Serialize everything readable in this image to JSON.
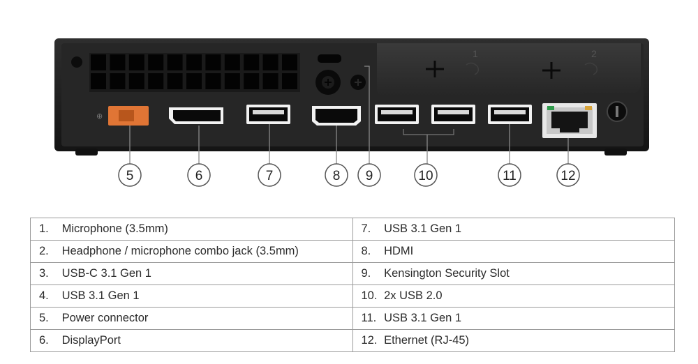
{
  "callouts": [
    {
      "n": "5",
      "name": "Power connector"
    },
    {
      "n": "6",
      "name": "DisplayPort"
    },
    {
      "n": "7",
      "name": "USB 3.1 Gen 1"
    },
    {
      "n": "8",
      "name": "HDMI"
    },
    {
      "n": "9",
      "name": "Kensington Security Slot"
    },
    {
      "n": "10",
      "name": "2x USB 2.0"
    },
    {
      "n": "11",
      "name": "USB 3.1 Gen 1"
    },
    {
      "n": "12",
      "name": "Ethernet (RJ-45)"
    }
  ],
  "panel_labels": {
    "bay_1": "1",
    "bay_2": "2"
  },
  "table": {
    "rows": [
      {
        "left": {
          "num": "1.",
          "text": "Microphone (3.5mm)"
        },
        "right": {
          "num": "7.",
          "text": "USB 3.1 Gen 1"
        }
      },
      {
        "left": {
          "num": "2.",
          "text": "Headphone / microphone combo jack (3.5mm)"
        },
        "right": {
          "num": "8.",
          "text": "HDMI"
        }
      },
      {
        "left": {
          "num": "3.",
          "text": "USB-C 3.1 Gen 1"
        },
        "right": {
          "num": "9.",
          "text": "Kensington Security Slot"
        }
      },
      {
        "left": {
          "num": "4.",
          "text": "USB 3.1 Gen 1"
        },
        "right": {
          "num": "10.",
          "text": "2x USB 2.0"
        }
      },
      {
        "left": {
          "num": "5.",
          "text": "Power connector"
        },
        "right": {
          "num": "11.",
          "text": "USB 3.1 Gen 1"
        }
      },
      {
        "left": {
          "num": "6.",
          "text": "DisplayPort"
        },
        "right": {
          "num": "12.",
          "text": "Ethernet (RJ-45)"
        }
      }
    ]
  },
  "colors": {
    "chassis": "#1d1d1d",
    "panel": "#2a2a2a",
    "power_port": "#e07535",
    "callout_line": "#8a8a8a",
    "table_border": "#9a9a9a"
  }
}
